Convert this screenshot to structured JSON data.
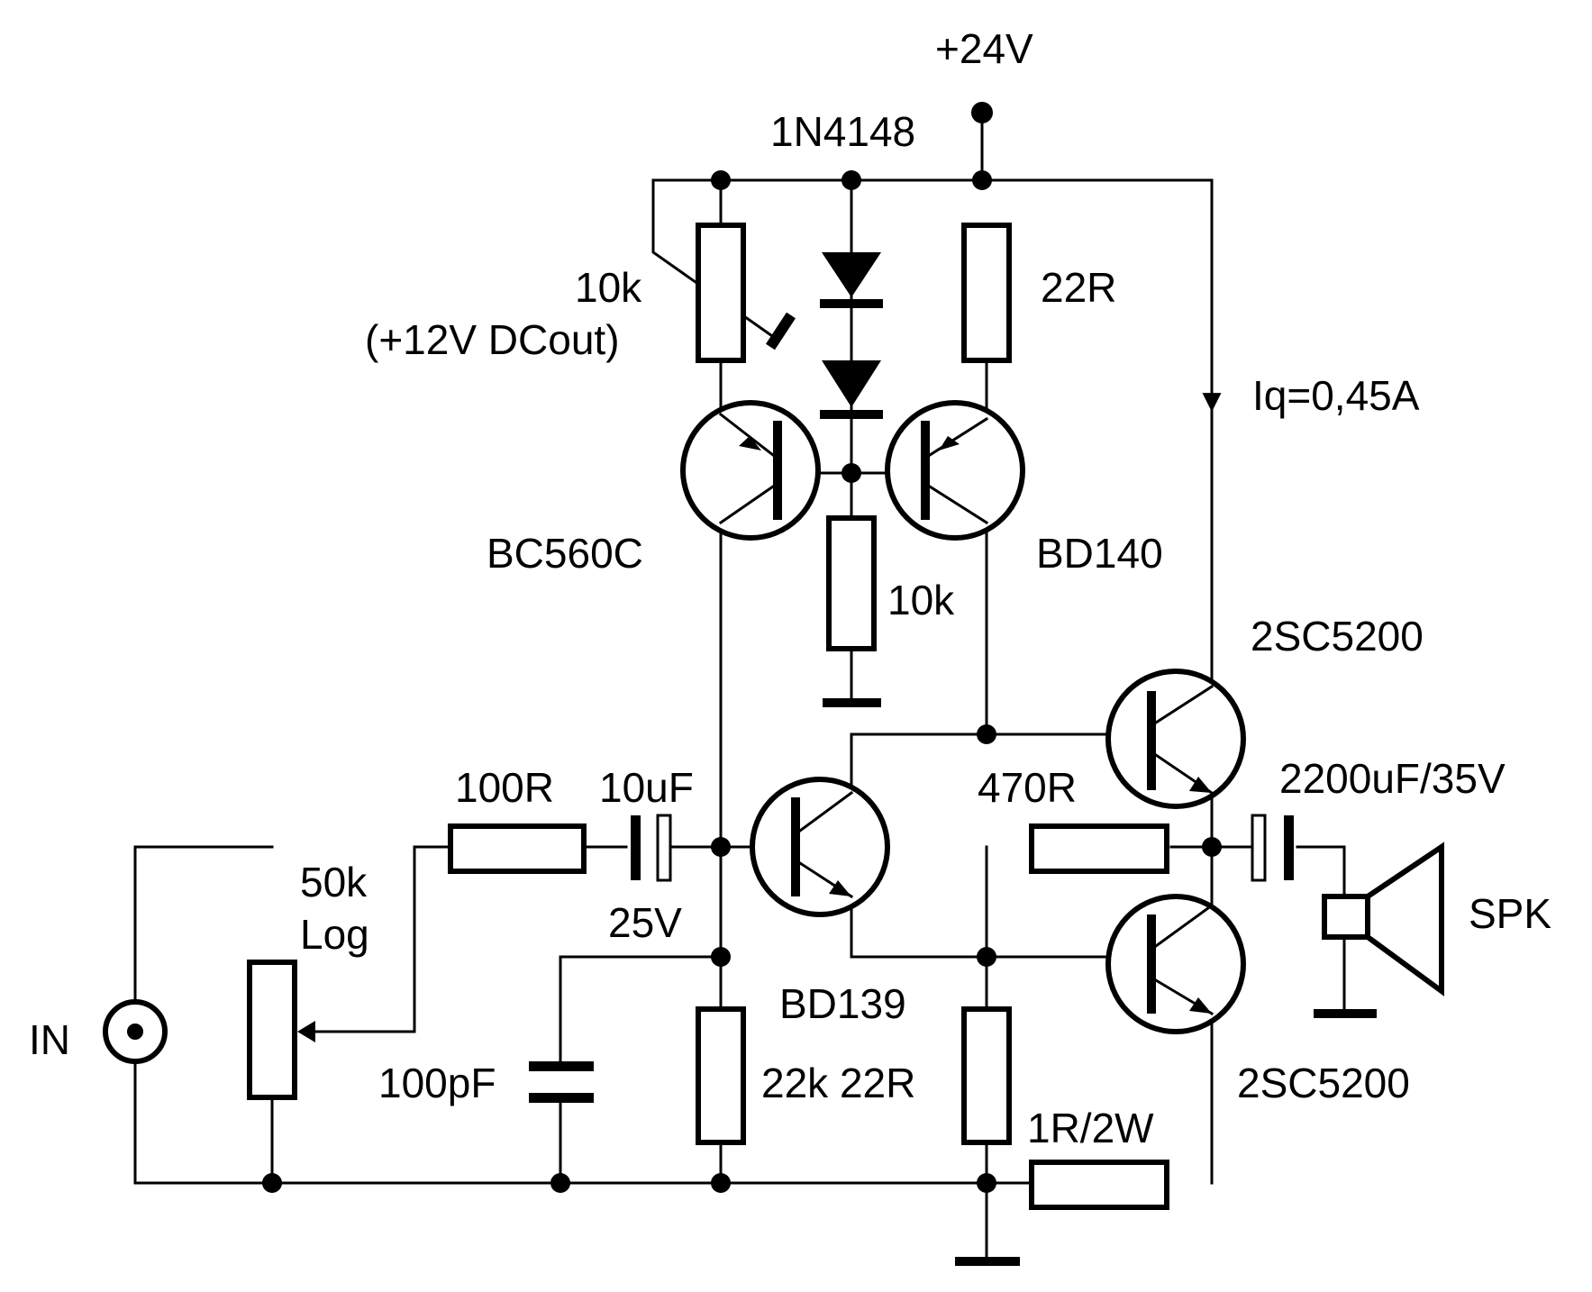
{
  "colors": {
    "ink": "#000000",
    "background": "#ffffff"
  },
  "supply": {
    "voltage": "+24V"
  },
  "labels": {
    "diode": "1N4148",
    "trim_value": "10k",
    "trim_note": "(+12V DCout)",
    "r_top_right": "22R",
    "iq": "Iq=0,45A",
    "q_bc560": "BC560C",
    "q_bd140": "BD140",
    "r_bias": "10k",
    "q_upper_power": "2SC5200",
    "r_input": "100R",
    "c_input": "10uF",
    "c_input_voltage": "25V",
    "r_feedback": "470R",
    "c_output": "2200uF/35V",
    "pot_value": "50k",
    "pot_taper": "Log",
    "speaker": "SPK",
    "q_bd139": "BD139",
    "input": "IN",
    "c_filter": "100pF",
    "r_low_pair": "22k 22R",
    "r_emitter": "1R/2W",
    "q_lower_power": "2SC5200"
  },
  "icons": [
    "resistor-icon",
    "trimmer-icon",
    "diode-icon",
    "pnp-transistor-icon",
    "npn-transistor-icon",
    "capacitor-icon",
    "electrolytic-capacitor-icon",
    "potentiometer-icon",
    "rca-jack-icon",
    "speaker-icon",
    "ground-icon",
    "junction-dot-icon",
    "current-arrow-icon"
  ]
}
